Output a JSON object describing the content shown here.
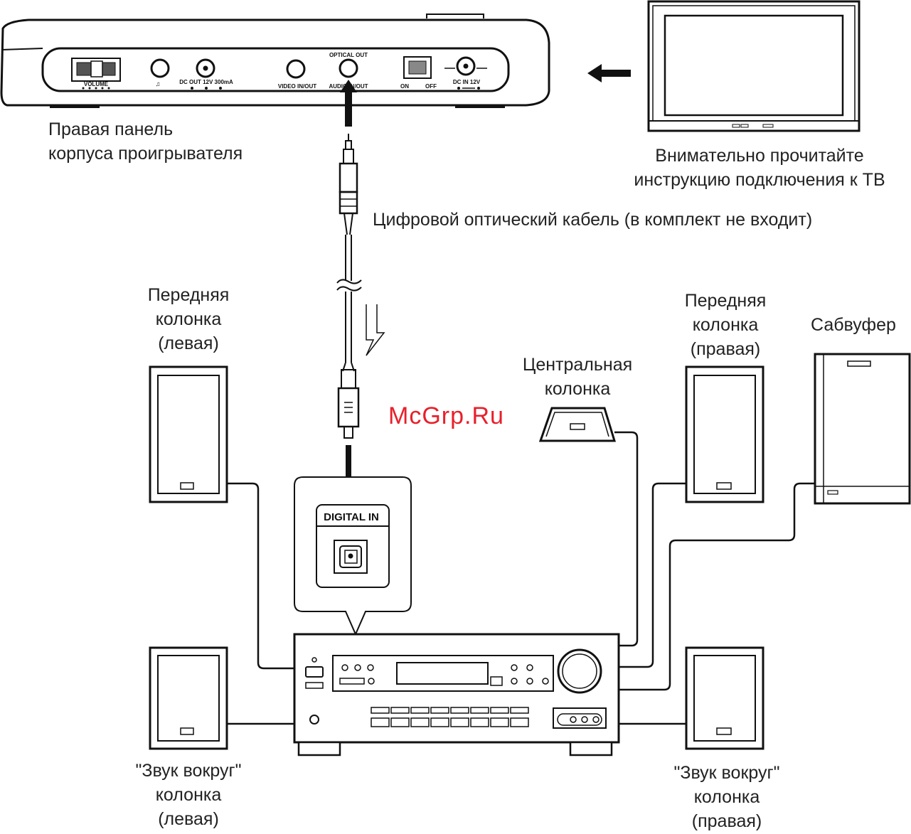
{
  "player_panel": {
    "slider_label": "VOLUME",
    "dc_out_label": "DC OUT 12V 300mA",
    "video_label": "VIDEO IN/OUT",
    "optical_label": "OPTICAL OUT",
    "audio_label": "AUDIO IN/OUT",
    "on_label": "ON",
    "off_label": "OFF",
    "dc_in_label": "DC IN 12V"
  },
  "labels": {
    "player_line1": "Правая панель",
    "player_line2": "корпуса проигрывателя",
    "tv_line1": "Внимательно прочитайте",
    "tv_line2": "инструкцию подключения к ТВ",
    "cable": "Цифровой оптический кабель (в комплект не входит)",
    "front_left_1": "Передняя",
    "front_left_2": "колонка",
    "front_left_3": "(левая)",
    "center_1": "Центральная",
    "center_2": "колонка",
    "front_right_1": "Передняя",
    "front_right_2": "колонка",
    "front_right_3": "(правая)",
    "subwoofer": "Сабвуфер",
    "surround_left_1": "\"Звук вокруг\"",
    "surround_left_2": "колонка",
    "surround_left_3": "(левая)",
    "surround_right_1": "\"Звук вокруг\"",
    "surround_right_2": "колонка",
    "surround_right_3": "(правая)"
  },
  "receiver": {
    "digital_in": "DIGITAL IN"
  },
  "watermark": "McGrp.Ru",
  "colors": {
    "line": "#111111",
    "watermark": "#e8202a"
  }
}
